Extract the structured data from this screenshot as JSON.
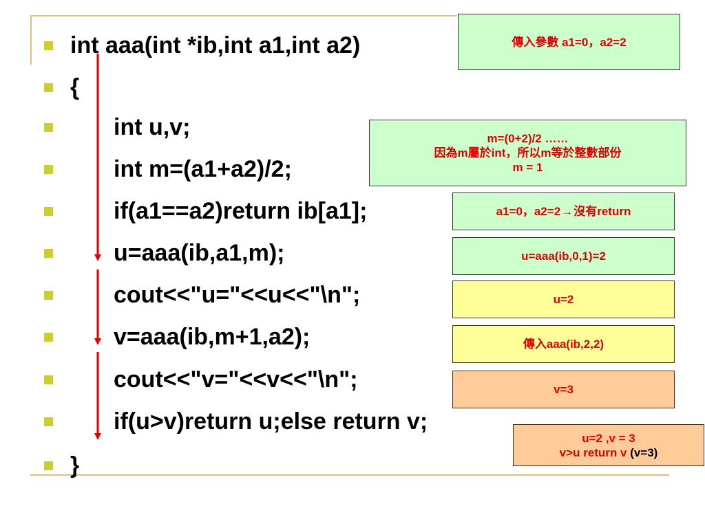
{
  "code_lines": [
    "int aaa(int *ib,int a1,int a2)",
    "{",
    "int u,v;",
    "int m=(a1+a2)/2;",
    "if(a1==a2)return ib[a1];",
    "u=aaa(ib,a1,m);",
    "cout<<\"u=\"<<u<<\"\\n\";",
    "v=aaa(ib,m+1,a2);",
    "cout<<\"v=\"<<v<<\"\\n\";",
    "if(u>v)return u;else return v;",
    "}"
  ],
  "notes": {
    "params": "傳入參數 a1=0，a2=2",
    "m_calc_1": "m=(0+2)/2  ……",
    "m_calc_2": "因為m屬於int，所以m等於整數部份",
    "m_calc_3": "m = 1",
    "no_return_1": "a1=0，a2=2",
    "no_return_2": "沒有return",
    "u_call": "u=aaa(ib,0,1)=2",
    "u_value": "u=2",
    "v_call": "傳入aaa(ib,2,2)",
    "v_value": "v=3",
    "result_1": "u=2 ,v = 3",
    "result_2": "v>u  return v ",
    "result_3": "(v=3)"
  },
  "colors": {
    "note_text": "#e00000",
    "arrow": "#e00000",
    "green_box": "#ccffcc",
    "yellow_box": "#ffff99",
    "orange_box": "#ffcc99",
    "bullet": "#cccc33",
    "accent_line": "#d9c27a"
  }
}
